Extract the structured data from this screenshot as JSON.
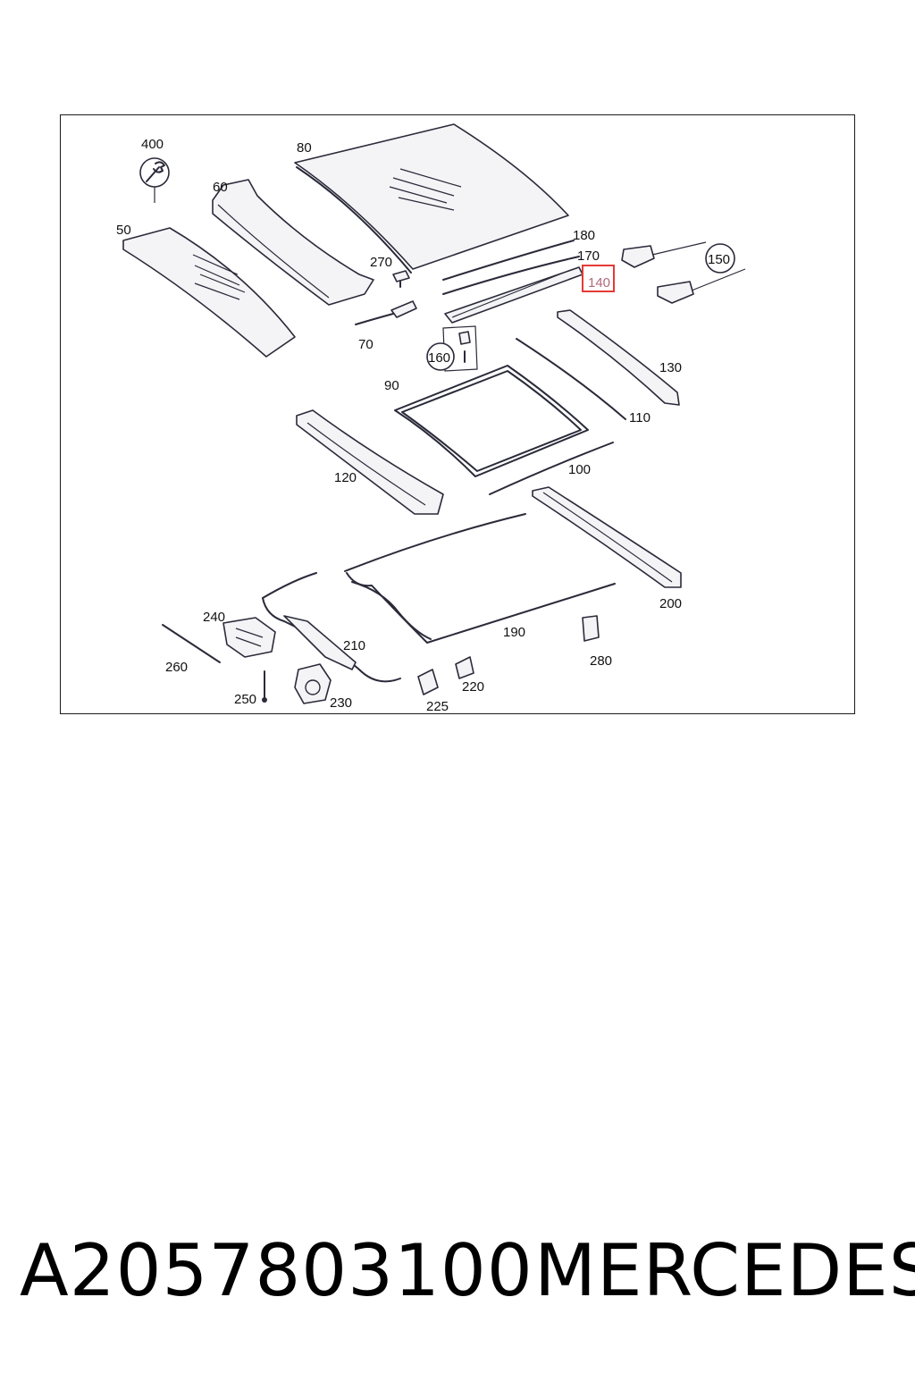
{
  "diagram": {
    "callouts": {
      "p400": "400",
      "p80": "80",
      "p60": "60",
      "p50": "50",
      "p180": "180",
      "p170": "170",
      "p270": "270",
      "p150": "150",
      "p140": "140",
      "p70": "70",
      "p160": "160",
      "p130": "130",
      "p90": "90",
      "p110": "110",
      "p120": "120",
      "p100": "100",
      "p200": "200",
      "p240": "240",
      "p210": "210",
      "p190": "190",
      "p260": "260",
      "p280": "280",
      "p250": "250",
      "p230": "230",
      "p225": "225",
      "p220": "220"
    },
    "highlighted_part": "140",
    "highlight_color": "#e53935"
  },
  "footer": {
    "part_number": "A2057803100",
    "brand": "MERCEDES"
  }
}
